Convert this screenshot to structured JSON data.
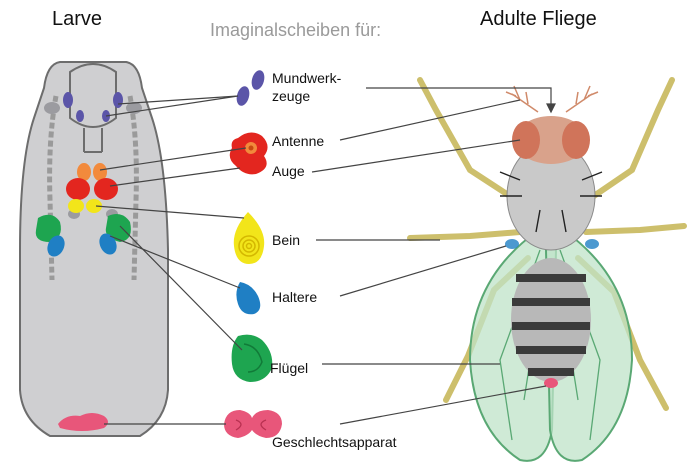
{
  "titles": {
    "larva": "Larve",
    "discs": "Imaginalscheiben für:",
    "adult": "Adulte Fliege"
  },
  "labels": {
    "mouthparts_line1": "Mundwerk-",
    "mouthparts_line2": "zeuge",
    "antenna": "Antenne",
    "eye": "Auge",
    "leg": "Bein",
    "haltere": "Haltere",
    "wing": "Flügel",
    "genitalia": "Geschlechtsapparat"
  },
  "colors": {
    "mouthparts": "#5b55a8",
    "antenna": "#f28a3c",
    "eye": "#e3261f",
    "leg": "#f2e51a",
    "haltere": "#1f7fc4",
    "wing": "#1ea550",
    "genitalia": "#e8567a",
    "larva_body": "#cfcfd1",
    "fly_leg": "#cdbf6c",
    "fly_eye": "#d0745a",
    "fly_wing": "#bfe3c8"
  }
}
